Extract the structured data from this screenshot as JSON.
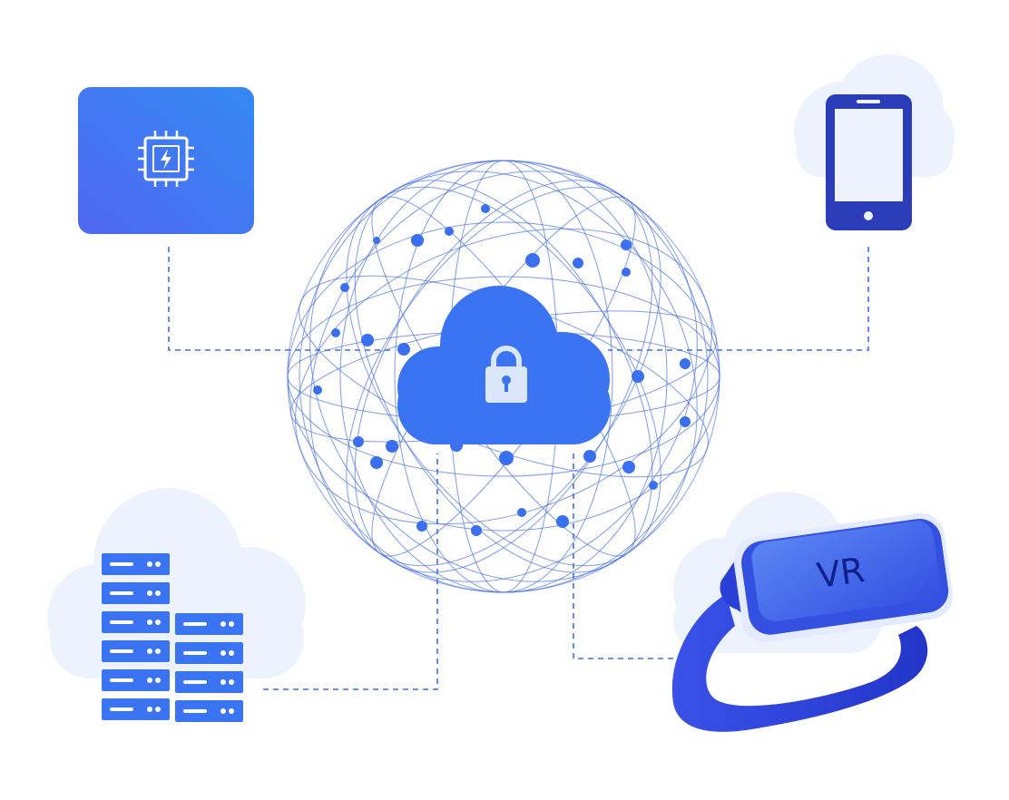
{
  "diagram": {
    "center": {
      "globe_icon": "network-globe-icon",
      "cloud_icon": "cloud-icon",
      "lock_icon": "padlock-icon"
    },
    "nodes": [
      {
        "id": "chip",
        "icon": "processor-chip-icon"
      },
      {
        "id": "phone",
        "icon": "smartphone-icon"
      },
      {
        "id": "servers",
        "icon": "server-rack-icon"
      },
      {
        "id": "vr",
        "icon": "vr-headset-icon",
        "label": "VR"
      }
    ],
    "connector_style": "dashed",
    "colors": {
      "primary": "#3a74f2",
      "globe_lines": "#4a72e6",
      "cloud_bg": "#edf3fd",
      "phone": "#2a3cb8",
      "vr_body": "#3a55e0",
      "vr_strap": "#2a3fd6",
      "chip_gradient_start": "#4f67f0",
      "chip_gradient_end": "#3489f4"
    }
  }
}
